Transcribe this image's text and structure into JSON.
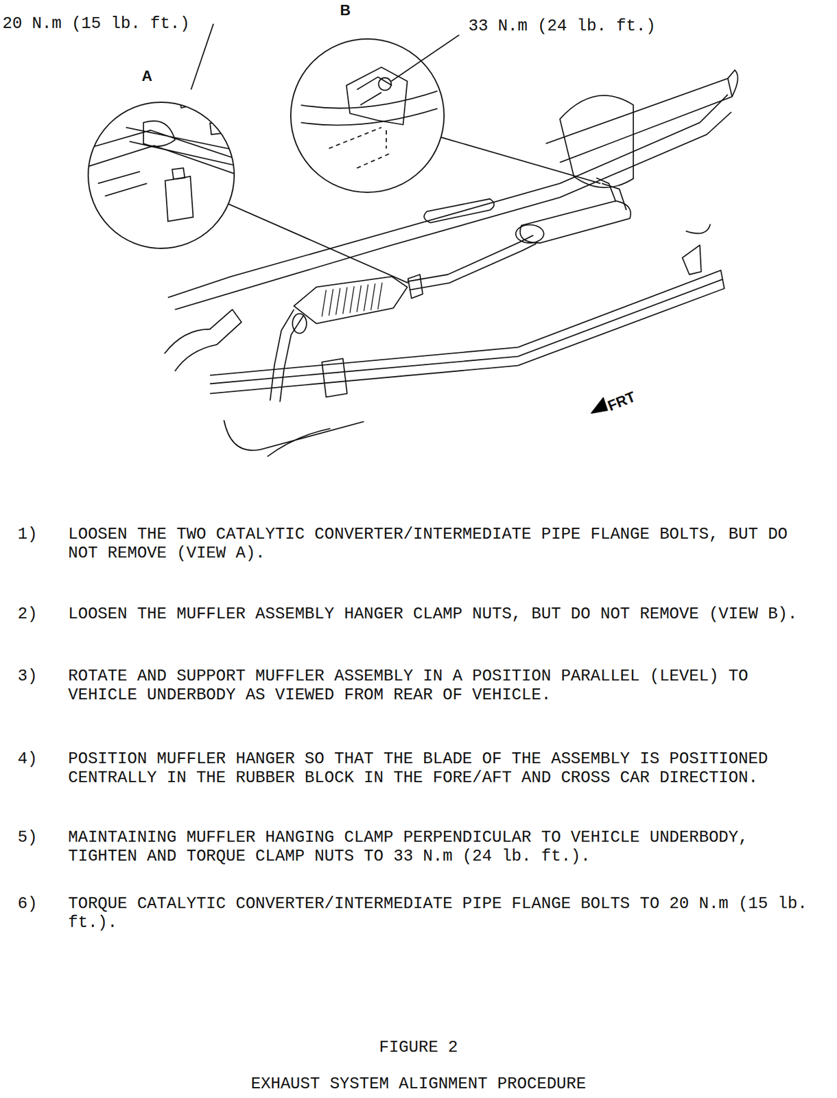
{
  "diagram": {
    "caption": "EXHAUST SYSTEM ALIGNMENT PROCEDURE",
    "nodes": [
      {
        "text": [
          "A"
        ]
      },
      {
        "text": [
          "B"
        ]
      }
    ],
    "labels": [
      "20 N.m (15 lb. ft.)",
      "33 N.m (24 lb. ft.)",
      "FRT",
      "1)",
      "LOOSEN THE TWO CATALYTIC CONVERTER/INTERMEDIATE PIPE FLANGE BOLTS, BUT DO NOT REMOVE (VIEW A).",
      "2)",
      "LOOSEN THE MUFFLER ASSEMBLY HANGER CLAMP NUTS, BUT DO NOT REMOVE (VIEW B).",
      "3)",
      "ROTATE AND SUPPORT MUFFLER ASSEMBLY IN A POSITION PARALLEL (LEVEL) TO VEHICLE UNDERBODY AS VIEWED FROM REAR OF VEHICLE.",
      "4)",
      "POSITION MUFFLER HANGER SO THAT THE BLADE OF THE ASSEMBLY IS POSITIONED CENTRALLY IN THE RUBBER BLOCK IN THE FORE/AFT AND CROSS CAR DIRECTION.",
      "5)",
      "MAINTAINING MUFFLER HANGING CLAMP PERPENDICULAR TO VEHICLE UNDERBODY, TIGHTEN AND TORQUE CLAMP NUTS TO 33 N.m (24 lb. ft.).",
      "6)",
      "TORQUE CATALYTIC CONVERTER/INTERMEDIATE PIPE FLANGE BOLTS TO 20 N.m (15 lb. ft.).",
      "FIGURE 2"
    ]
  }
}
